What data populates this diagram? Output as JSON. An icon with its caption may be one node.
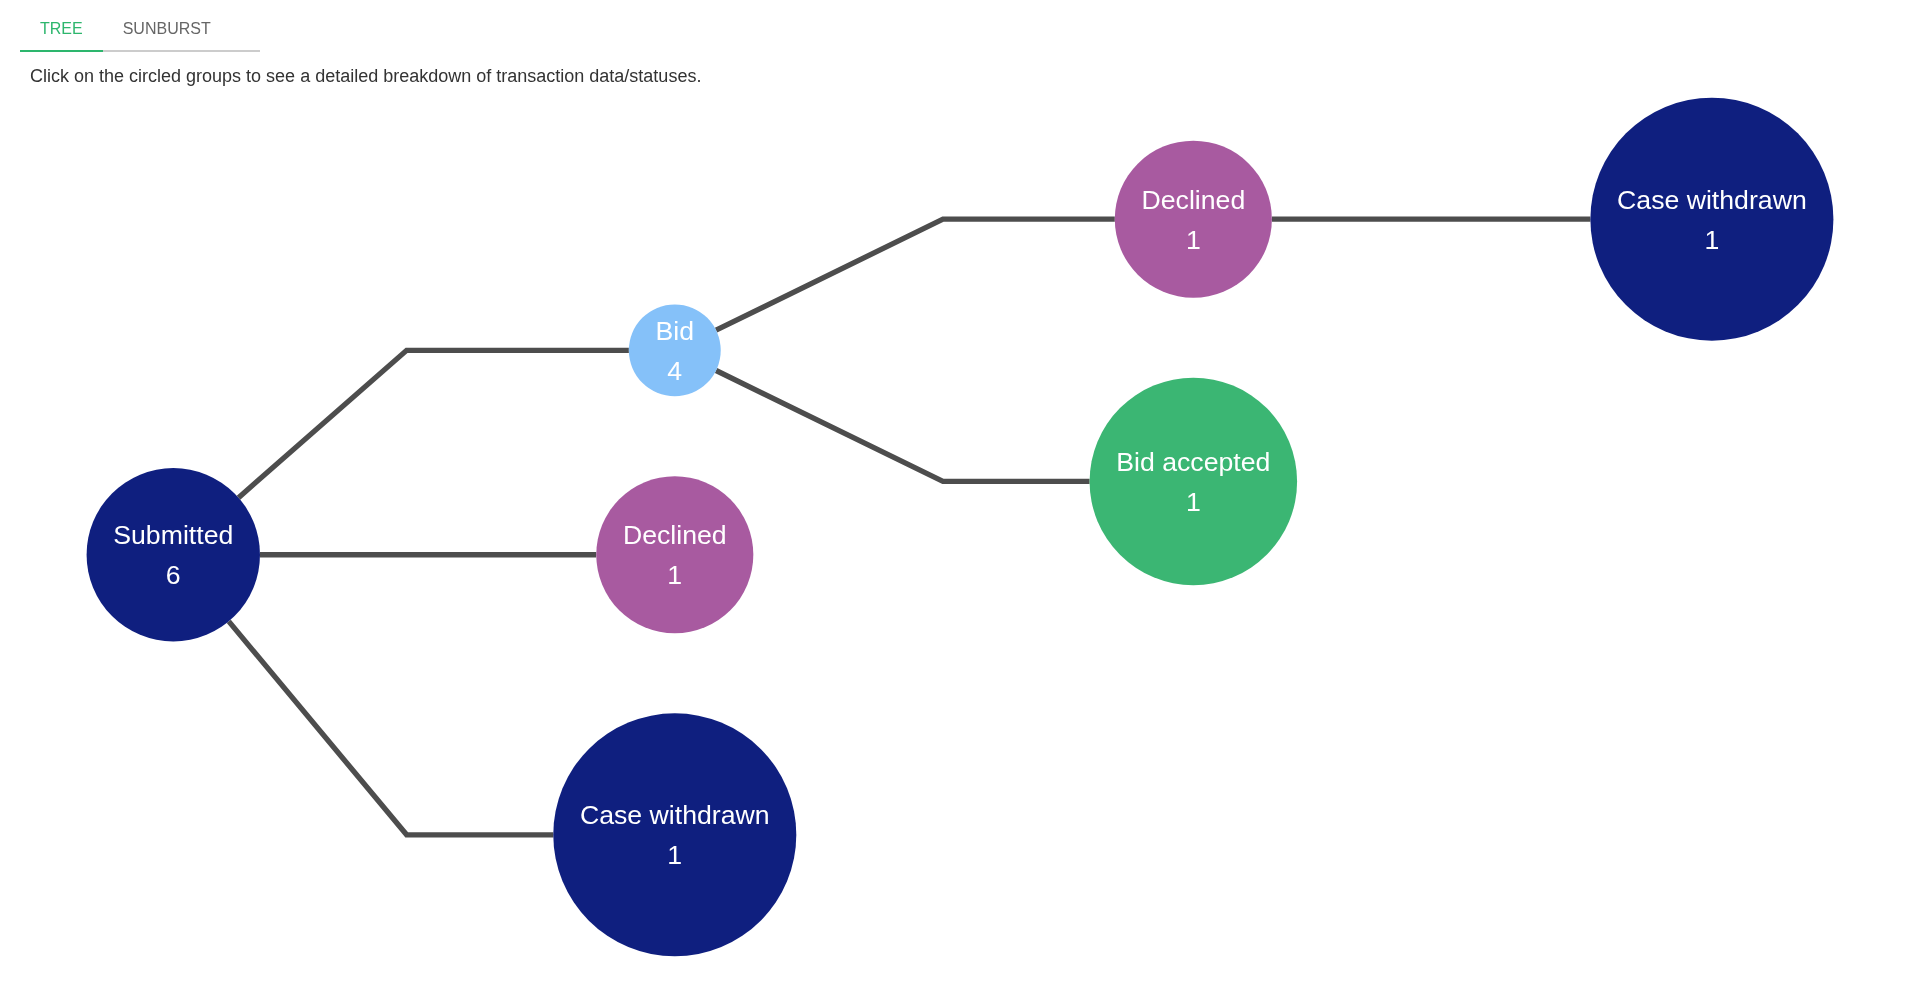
{
  "diagram": {
    "nodes": [
      {
        "text": [
          "Submitted",
          "6"
        ]
      },
      {
        "text": [
          "Bid",
          "4"
        ]
      },
      {
        "text": [
          "Declined",
          "1"
        ]
      },
      {
        "text": [
          "Case withdrawn",
          "1"
        ]
      },
      {
        "text": [
          "Declined",
          "1"
        ]
      },
      {
        "text": [
          "Bid accepted",
          "1"
        ]
      },
      {
        "text": [
          "Case withdrawn",
          "1"
        ]
      }
    ],
    "edges": [
      {
        "from": 0,
        "to": 1,
        "arrow": "none"
      },
      {
        "from": 0,
        "to": 2,
        "arrow": "none"
      },
      {
        "from": 0,
        "to": 3,
        "arrow": "none"
      },
      {
        "from": 1,
        "to": 4,
        "arrow": "none"
      },
      {
        "from": 1,
        "to": 5,
        "arrow": "none"
      },
      {
        "from": 4,
        "to": 6,
        "arrow": "none"
      }
    ],
    "labels": [
      "TREE",
      "SUNBURST",
      "Click on the circled groups to see a detailed breakdown of transaction data/statuses."
    ]
  }
}
